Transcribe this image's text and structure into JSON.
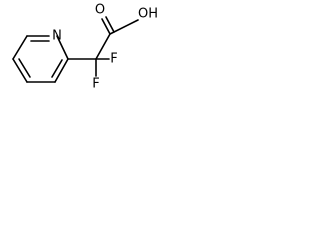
{
  "molecule": {
    "atoms": {
      "nitrogen": "N",
      "carbonyl_oxygen": "O",
      "hydroxyl": "OH",
      "fluorine_1": "F",
      "fluorine_2": "F"
    }
  }
}
